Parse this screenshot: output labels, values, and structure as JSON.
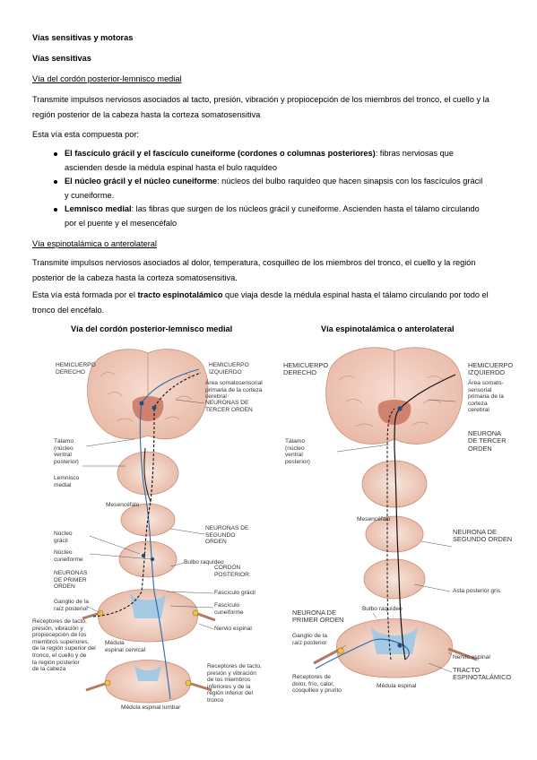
{
  "title": "Vías sensitivas y motoras",
  "section": "Vías sensitivas",
  "heading1": "Vía del cordón posterior-lemnisco medial",
  "para1": "Transmite impulsos nerviosos asociados  al tacto, presión, vibración y propiocepción de los miembros del tronco, el cuello y la región posterior de la cabeza hasta la corteza somatosensitiva",
  "para2": "Esta vía esta compuesta por:",
  "bullets": [
    {
      "bold": "El fascículo grácil y el fascículo cuneiforme (cordones o columnas posteriores)",
      "text": ": fibras nerviosas que ascienden desde la médula espinal hasta el bulo raquídeo"
    },
    {
      "bold": "El núcleo grácil y el núcleo cuneiforme",
      "text": ": núcleos del bulbo raquídeo que hacen sinapsis con los fascículos grácil y cuneiforme."
    },
    {
      "bold": "Lemnisco medial",
      "text": ": las fibras que surgen de los núcleos grácil y cuneiforme. Ascienden hasta el tálamo circulando por el puente y el mesencéfalo"
    }
  ],
  "heading2": "Vía espinotalámica o anterolateral",
  "para3": "Transmite impulsos nerviosos asociados al dolor, temperatura, cosquilleo de los miembros del tronco, el cuello y la región posterior de la cabeza hasta la corteza somatosensitiva.",
  "para4_a": "Esta vía está formada por el ",
  "para4_b": "tracto espinotalámico",
  "para4_c": " que viaja desde la médula espinal hasta el tálamo circulando por todo el tronco del encéfalo.",
  "fig1": {
    "caption": "Vía del cordón posterior-lemnisco medial",
    "labels": {
      "hemi_der": "HEMICUERPO\nDERECHO",
      "hemi_izq": "HEMICUERPO\nIZQUIERDO",
      "area": "Área somatosensorial\nprimaria de la corteza\ncerebral",
      "tercer": "NEURONAS DE\nTERCER ORDEN",
      "talamo": "Tálamo\n(núcleo\nventral\nposterior)",
      "lemnisco": "Lemnisco\nmedial",
      "mesencefalo": "Mesencéfalo",
      "segundo": "NEURONAS DE\nSEGUNDO\nORDEN",
      "gracil": "Núcleo\ngrácil",
      "cuneiforme": "Núcleo\ncuneiforme",
      "primer": "NEURONAS\nDE PRIMER\nORDEN",
      "bulbo": "Bulbo raquídeo",
      "cordon": "CORDÓN\nPOSTERIOR:",
      "fgracil": "Fascículo grácil",
      "fcuneiforme": "Fascículo\ncuneiforme",
      "ganglio": "Ganglio de la\nraíz posterior",
      "nervio": "Nervio espinal",
      "receptores_sup": "Receptores de tacto,\npresión, vibración y\npropiocepción de los\nmiembros superiores,\nde la región superior del\ntronco, el cuello y de\nla región posterior\nde la cabeza",
      "cervical": "Médula\nespinal cervical",
      "receptores_inf": "Receptores de tacto,\npresión y vibración\nde los miembros\ninferiores y de la\nregión inferior del\ntronco",
      "lumbar": "Médula espinal lumbar"
    }
  },
  "fig2": {
    "caption": "Vía espinotalámica o anterolateral",
    "labels": {
      "hemi_der": "HEMICUERPO\nDERECHO",
      "hemi_izq": "HEMICUERPO\nIZQUIERDO",
      "area": "Área somato-\nsensorial\nprimaria de la\ncorteza\ncerebral",
      "talamo": "Tálamo\n(núcleo\nventral\nposterior)",
      "tercer": "NEURONA\nDE TERCER\nORDEN",
      "mesencefalo": "Mesencéfalo",
      "segundo": "NEURONA DE\nSEGUNDO ORDEN",
      "asta": "Asta posterior gris",
      "bulbo": "Bulbo raquídeo",
      "primer": "NEURONA DE\nPRIMER ORDEN",
      "ganglio": "Ganglio de la\nraíz posterior",
      "nervio": "Nervio espinal",
      "tracto": "TRACTO\nESPINOTALÁMICO",
      "receptores": "Receptores de\ndolor, frío, calor,\ncosquilleo y prurito",
      "medula": "Médula espinal"
    }
  }
}
